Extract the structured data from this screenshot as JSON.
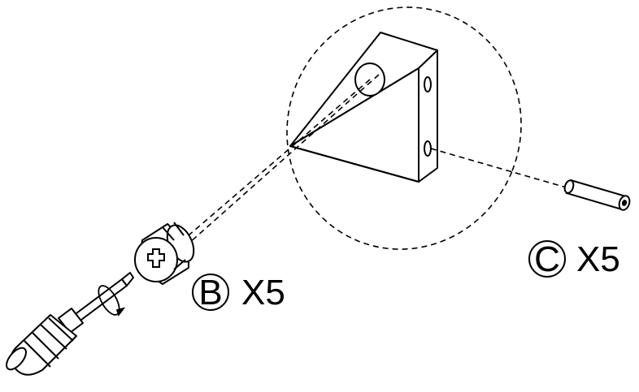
{
  "labels": {
    "part_b": {
      "letter": "B",
      "quantity": "X5"
    },
    "part_c": {
      "letter": "C",
      "quantity": "X5"
    }
  },
  "colors": {
    "line": "#000000",
    "background": "#ffffff"
  },
  "icons": {
    "tool": "screwdriver-icon",
    "rotation": "rotate-arrow-icon"
  }
}
